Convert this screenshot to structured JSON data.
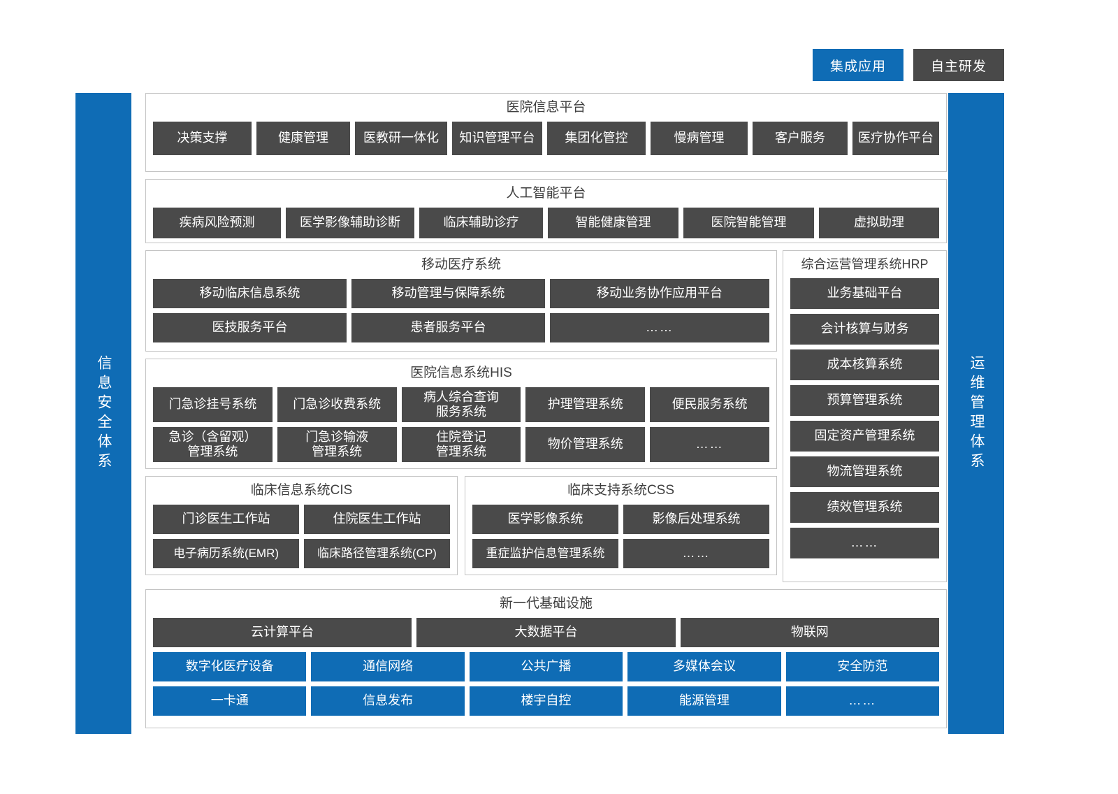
{
  "legend": [
    {
      "label": "集成应用",
      "color": "#0f6cb5",
      "style": "blue"
    },
    {
      "label": "自主研发",
      "color": "#494949",
      "style": "dark"
    }
  ],
  "rails": {
    "left": {
      "label": "信息安全体系"
    },
    "right": {
      "label": "运维管理体系"
    }
  },
  "layers": {
    "hospital_info_platform": {
      "title": "医院信息平台",
      "items": [
        "决策支撑",
        "健康管理",
        "医教研一体化",
        "知识管理平台",
        "集团化管控",
        "慢病管理",
        "客户服务",
        "医疗协作平台"
      ]
    },
    "ai_platform": {
      "title": "人工智能平台",
      "items": [
        "疾病风险预测",
        "医学影像辅助诊断",
        "临床辅助诊疗",
        "智能健康管理",
        "医院智能管理",
        "虚拟助理"
      ]
    },
    "mobile_medical": {
      "title": "移动医疗系统",
      "row1": [
        "移动临床信息系统",
        "移动管理与保障系统",
        "移动业务协作应用平台"
      ],
      "row2": [
        "医技服务平台",
        "患者服务平台",
        "……"
      ]
    },
    "his": {
      "title": "医院信息系统HIS",
      "row1": [
        "门急诊挂号系统",
        "门急诊收费系统",
        "病人综合查询\n服务系统",
        "护理管理系统",
        "便民服务系统"
      ],
      "row2": [
        "急诊（含留观）\n管理系统",
        "门急诊输液\n管理系统",
        "住院登记\n管理系统",
        "物价管理系统",
        "……"
      ]
    },
    "cis": {
      "title": "临床信息系统CIS",
      "row1": [
        "门诊医生工作站",
        "住院医生工作站"
      ],
      "row2": [
        "电子病历系统(EMR)",
        "临床路径管理系统(CP)"
      ]
    },
    "css": {
      "title": "临床支持系统CSS",
      "row1": [
        "医学影像系统",
        "影像后处理系统"
      ],
      "row2": [
        "重症监护信息管理系统",
        "……"
      ]
    },
    "hrp": {
      "title": "综合运营管理系统HRP",
      "items": [
        "业务基础平台",
        "会计核算与财务",
        "成本核算系统",
        "预算管理系统",
        "固定资产管理系统",
        "物流管理系统",
        "绩效管理系统",
        "……"
      ]
    },
    "infrastructure": {
      "title": "新一代基础设施",
      "row1": [
        "云计算平台",
        "大数据平台",
        "物联网"
      ],
      "row2": [
        "数字化医疗设备",
        "通信网络",
        "公共广播",
        "多媒体会议",
        "安全防范"
      ],
      "row3": [
        "一卡通",
        "信息发布",
        "楼宇自控",
        "能源管理",
        "……"
      ]
    }
  }
}
